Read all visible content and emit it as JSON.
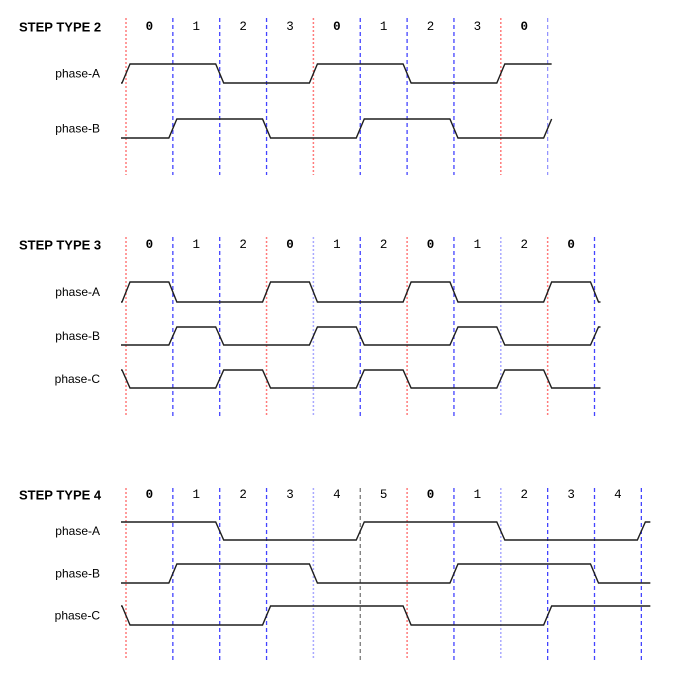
{
  "page": {
    "background": "#ffffff"
  },
  "colors": {
    "waveform": "#1f1f1f",
    "text": "#000000",
    "separator_red": "#ff7b7b",
    "separator_blue": "#4343ff",
    "separator_periwinkle": "#a9a9ff",
    "separator_lightblue": "#8f8fff",
    "separator_gray": "#6f6f6f"
  },
  "diagrams": [
    {
      "id": "step-type-2",
      "title": "STEP TYPE 2",
      "steps": [
        {
          "label": "0",
          "bold": true
        },
        {
          "label": "1",
          "bold": false
        },
        {
          "label": "2",
          "bold": false
        },
        {
          "label": "3",
          "bold": false
        },
        {
          "label": "0",
          "bold": true
        },
        {
          "label": "1",
          "bold": false
        },
        {
          "label": "2",
          "bold": false
        },
        {
          "label": "3",
          "bold": false
        },
        {
          "label": "0",
          "bold": true
        }
      ],
      "separators": [
        "red",
        "blue",
        "blue",
        "blue",
        "red",
        "blue",
        "blue",
        "blue",
        "red",
        "lightblue"
      ],
      "phases": [
        {
          "label": "phase-A",
          "lead": 0,
          "levels": [
            1,
            1,
            0,
            0,
            1,
            1,
            0,
            0,
            1
          ],
          "tail": 1
        },
        {
          "label": "phase-B",
          "lead": 0,
          "levels": [
            0,
            1,
            1,
            0,
            0,
            1,
            1,
            0,
            0
          ],
          "tail": 1
        }
      ]
    },
    {
      "id": "step-type-3",
      "title": "STEP TYPE 3",
      "steps": [
        {
          "label": "0",
          "bold": true
        },
        {
          "label": "1",
          "bold": false
        },
        {
          "label": "2",
          "bold": false
        },
        {
          "label": "0",
          "bold": true
        },
        {
          "label": "1",
          "bold": false
        },
        {
          "label": "2",
          "bold": false
        },
        {
          "label": "0",
          "bold": true
        },
        {
          "label": "1",
          "bold": false
        },
        {
          "label": "2",
          "bold": false
        },
        {
          "label": "0",
          "bold": true
        }
      ],
      "separators": [
        "red",
        "blue",
        "blue",
        "red",
        "periwinkle",
        "blue",
        "red",
        "blue",
        "periwinkle",
        "red",
        "blue"
      ],
      "phases": [
        {
          "label": "phase-A",
          "lead": 0,
          "levels": [
            1,
            0,
            0,
            1,
            0,
            0,
            1,
            0,
            0,
            1
          ],
          "tail": 0
        },
        {
          "label": "phase-B",
          "lead": 0,
          "levels": [
            0,
            1,
            0,
            0,
            1,
            0,
            0,
            1,
            0,
            0
          ],
          "tail": 1
        },
        {
          "label": "phase-C",
          "lead": 1,
          "levels": [
            0,
            0,
            1,
            0,
            0,
            1,
            0,
            0,
            1,
            0
          ],
          "tail": 0
        }
      ]
    },
    {
      "id": "step-type-4",
      "title": "STEP TYPE 4",
      "steps": [
        {
          "label": "0",
          "bold": true
        },
        {
          "label": "1",
          "bold": false
        },
        {
          "label": "2",
          "bold": false
        },
        {
          "label": "3",
          "bold": false
        },
        {
          "label": "4",
          "bold": false
        },
        {
          "label": "5",
          "bold": false
        },
        {
          "label": "0",
          "bold": true
        },
        {
          "label": "1",
          "bold": false
        },
        {
          "label": "2",
          "bold": false
        },
        {
          "label": "3",
          "bold": false
        },
        {
          "label": "4",
          "bold": false
        }
      ],
      "separators": [
        "red",
        "blue",
        "blue",
        "blue",
        "periwinkle",
        "gray",
        "red",
        "blue",
        "periwinkle",
        "blue",
        "blue",
        "blue"
      ],
      "phases": [
        {
          "label": "phase-A",
          "lead": 1,
          "levels": [
            1,
            1,
            0,
            0,
            0,
            1,
            1,
            1,
            0,
            0,
            0
          ],
          "tail": 1
        },
        {
          "label": "phase-B",
          "lead": 0,
          "levels": [
            0,
            1,
            1,
            1,
            0,
            0,
            0,
            1,
            1,
            1,
            0
          ],
          "tail": 0
        },
        {
          "label": "phase-C",
          "lead": 1,
          "levels": [
            0,
            0,
            0,
            1,
            1,
            1,
            0,
            0,
            0,
            1,
            1
          ],
          "tail": 1
        }
      ]
    }
  ]
}
